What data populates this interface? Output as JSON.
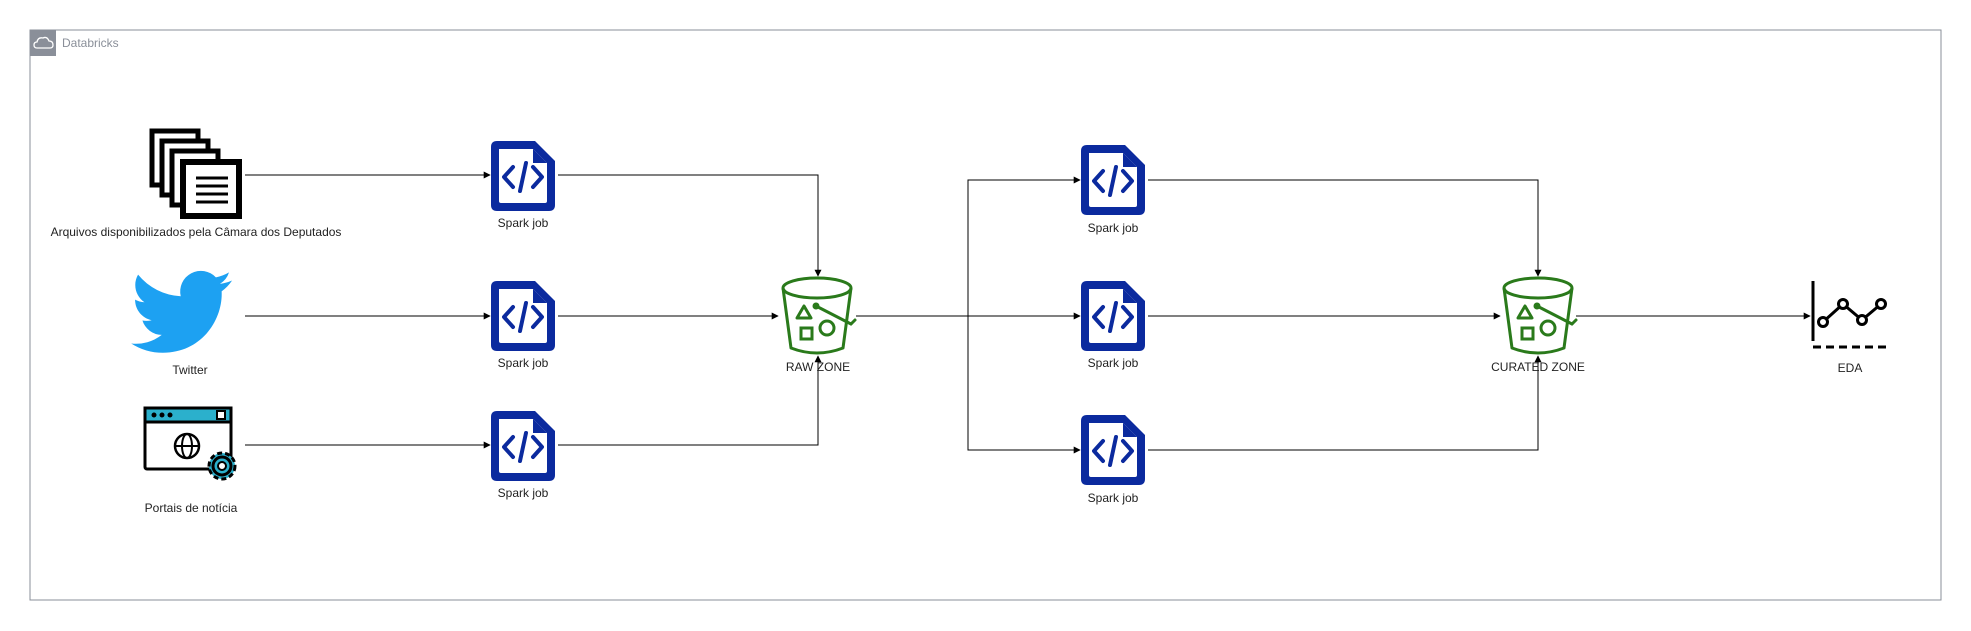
{
  "group": {
    "label": "Databricks",
    "icon": "cloud-icon"
  },
  "sources": {
    "files": {
      "label": "Arquivos disponibilizados pela Câmara dos Deputados",
      "icon": "documents-icon"
    },
    "twitter": {
      "label": "Twitter",
      "icon": "twitter-bird-icon",
      "color": "#1DA1F2"
    },
    "news": {
      "label": "Portais de notícia",
      "icon": "browser-gear-icon",
      "color": "#2bb0cc"
    }
  },
  "jobs": {
    "label": "Spark job",
    "icon": "code-file-icon",
    "color": "#0b2a9e"
  },
  "zones": {
    "raw": {
      "label": "RAW ZONE",
      "icon": "bucket-icon",
      "color": "#2a7a1b"
    },
    "curated": {
      "label": "CURATED ZONE",
      "icon": "bucket-icon",
      "color": "#2a7a1b"
    }
  },
  "eda": {
    "label": "EDA",
    "icon": "line-chart-icon"
  }
}
